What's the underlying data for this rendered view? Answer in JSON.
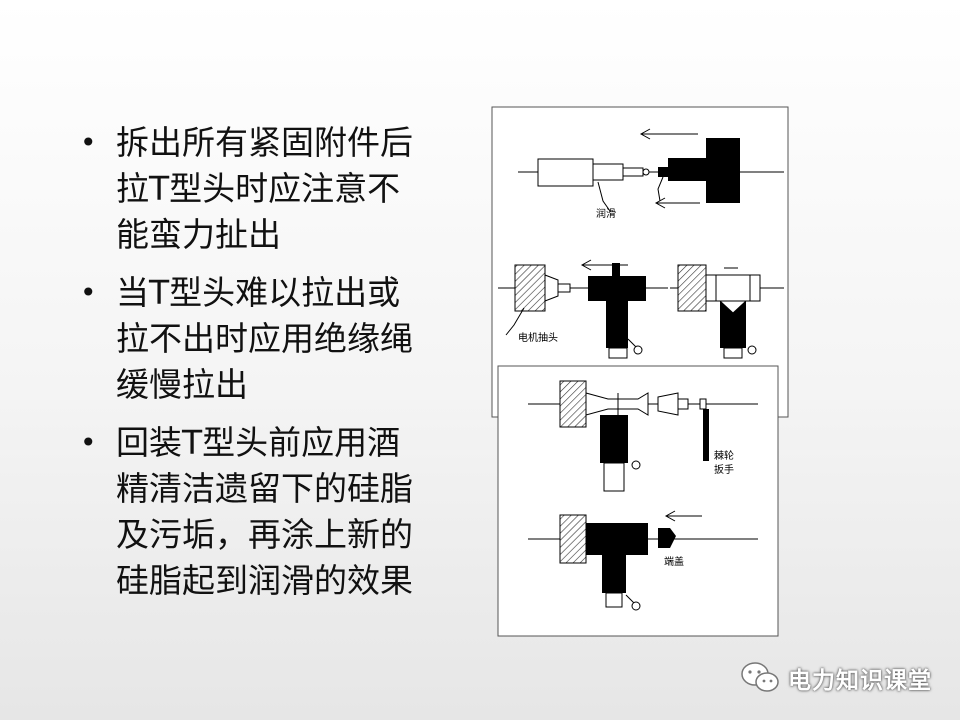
{
  "bullets": [
    {
      "lines": [
        "拆出所有紧固附件后",
        "拉T型头时应注意不",
        "能蛮力扯出"
      ]
    },
    {
      "lines": [
        "当T型头难以拉出或",
        "拉不出时应用绝缘绳",
        "缓慢拉出"
      ]
    },
    {
      "lines": [
        "回装T型头前应用酒",
        "精清洁遗留下的硅脂",
        "及污垢，再涂上新的",
        "硅脂起到润滑的效果"
      ]
    }
  ],
  "figure_labels": {
    "lubricate": "润滑",
    "motor_chuck": "电机抽头",
    "ratchet": "棘轮",
    "wrench": "扳手",
    "end_cap": "端盖"
  },
  "watermark": {
    "text": "电力知识课堂",
    "icon": "wechat-icon"
  }
}
